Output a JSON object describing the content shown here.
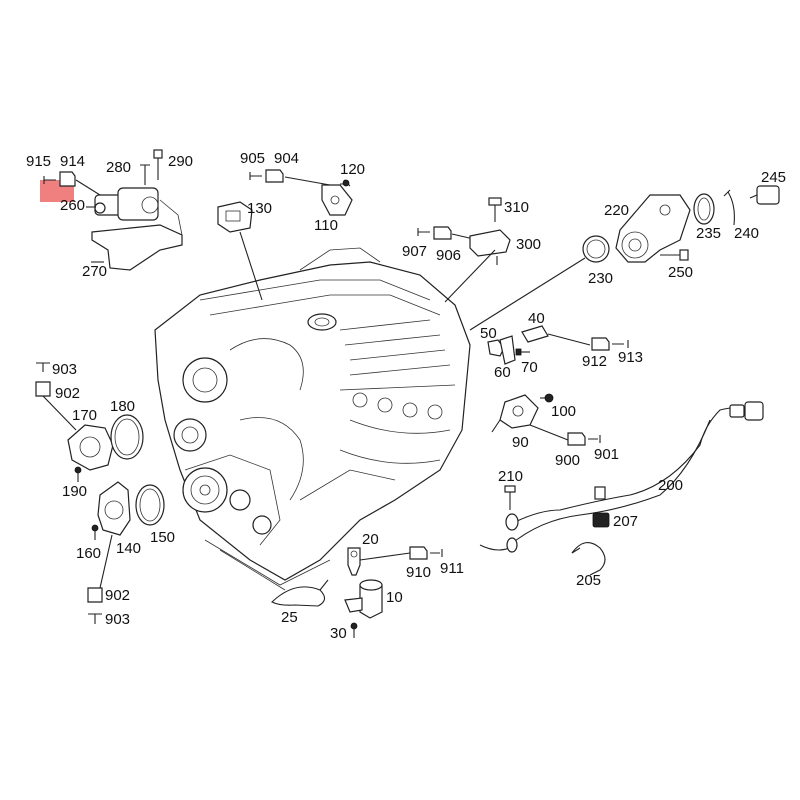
{
  "highlight_color": "#f08080",
  "labels": {
    "p915": "915",
    "p914": "914",
    "p280": "280",
    "p290": "290",
    "p260": "260",
    "p270": "270",
    "p905": "905",
    "p904": "904",
    "p120": "120",
    "p110": "110",
    "p130": "130",
    "p310": "310",
    "p907": "907",
    "p906": "906",
    "p300": "300",
    "p220": "220",
    "p245": "245",
    "p235": "235",
    "p240": "240",
    "p230": "230",
    "p250": "250",
    "p50": "50",
    "p40": "40",
    "p60": "60",
    "p70": "70",
    "p912": "912",
    "p913": "913",
    "p100": "100",
    "p90": "90",
    "p900": "900",
    "p901": "901",
    "p903a": "903",
    "p902a": "902",
    "p170": "170",
    "p180": "180",
    "p190": "190",
    "p160": "160",
    "p140": "140",
    "p150": "150",
    "p902b": "902",
    "p903b": "903",
    "p210": "210",
    "p200": "200",
    "p207": "207",
    "p205": "205",
    "p20": "20",
    "p910": "910",
    "p911": "911",
    "p10": "10",
    "p30": "30",
    "p25": "25"
  }
}
